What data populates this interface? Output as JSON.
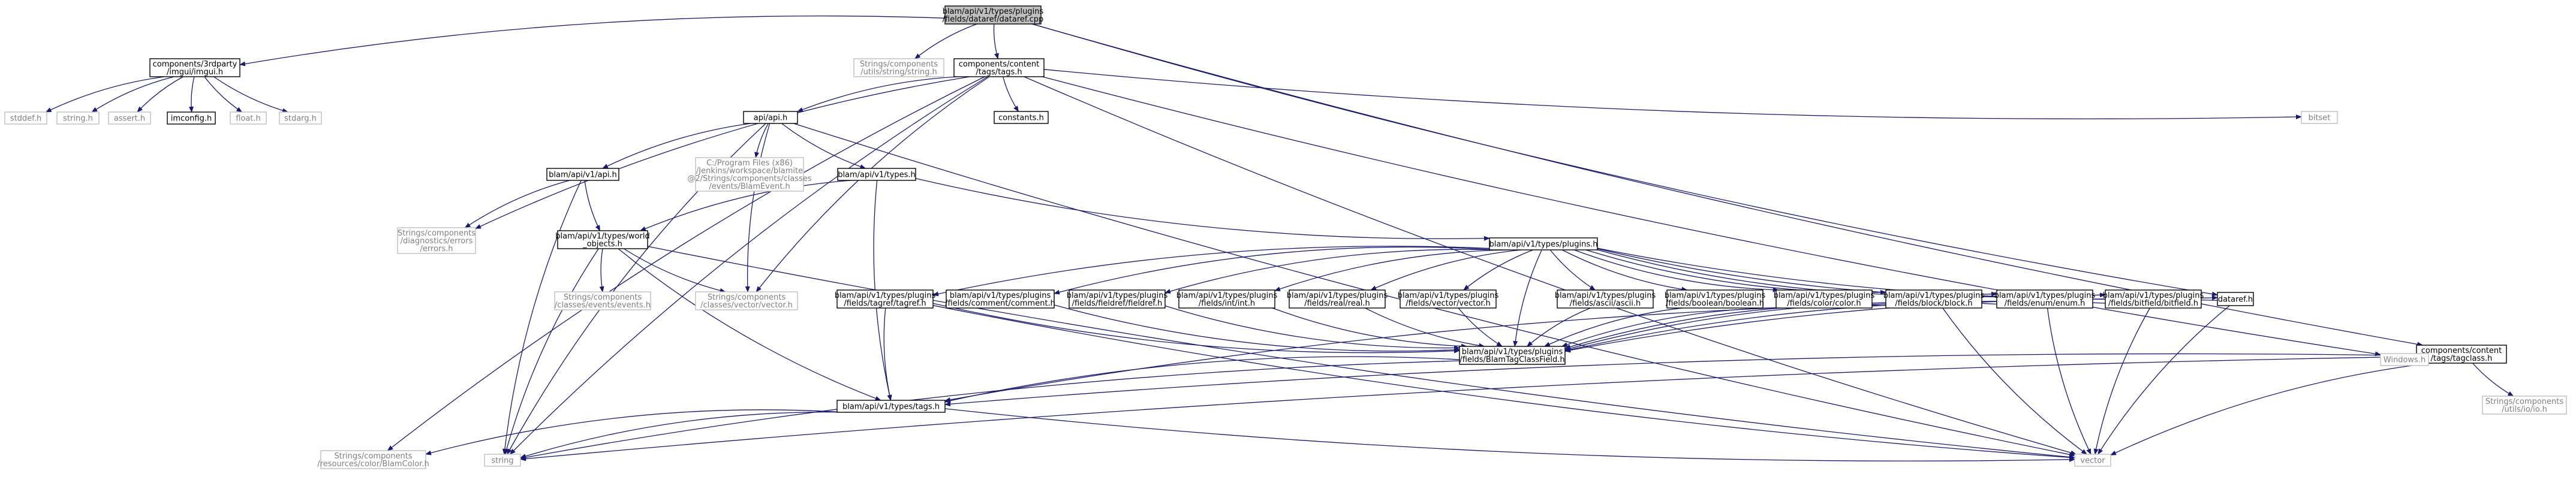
{
  "graph": {
    "root": "dataref_cpp",
    "nodes": [
      {
        "id": "dataref_cpp",
        "lines": [
          "blam/api/v1/types/plugins",
          "/fields/dataref/dataref.cpp"
        ],
        "style": "current"
      },
      {
        "id": "imgui_h",
        "lines": [
          "components/3rdparty",
          "/imgui/imgui.h"
        ],
        "style": "normal"
      },
      {
        "id": "stringh_blam",
        "lines": [
          "Strings/components",
          "/utils/string/string.h"
        ],
        "style": "gray"
      },
      {
        "id": "tags_h",
        "lines": [
          "components/content",
          "/tags/tags.h"
        ],
        "style": "normal"
      },
      {
        "id": "taglass_h",
        "lines": [
          "components/content",
          "/tags/tagclass.h"
        ],
        "style": "normal"
      },
      {
        "id": "stddef_h",
        "lines": [
          "stddef.h"
        ],
        "style": "gray"
      },
      {
        "id": "string_h",
        "lines": [
          "string.h"
        ],
        "style": "gray"
      },
      {
        "id": "assert_h",
        "lines": [
          "assert.h"
        ],
        "style": "gray"
      },
      {
        "id": "imconfig_h",
        "lines": [
          "imconfig.h"
        ],
        "style": "normal"
      },
      {
        "id": "float_h",
        "lines": [
          "float.h"
        ],
        "style": "gray"
      },
      {
        "id": "stdarg_h",
        "lines": [
          "stdarg.h"
        ],
        "style": "gray"
      },
      {
        "id": "api_h",
        "lines": [
          "api/api.h"
        ],
        "style": "normal"
      },
      {
        "id": "constants_h",
        "lines": [
          "constants.h"
        ],
        "style": "normal"
      },
      {
        "id": "bitset",
        "lines": [
          "bitset"
        ],
        "style": "gray"
      },
      {
        "id": "v1api_h",
        "lines": [
          "blam/api/v1/api.h"
        ],
        "style": "normal"
      },
      {
        "id": "blamite_events",
        "lines": [
          "C:/Program Files (x86)",
          "/Jenkins/workspace/blamite",
          "@2/Strings/components/classes",
          "/events/BlamEvent.h"
        ],
        "style": "gray"
      },
      {
        "id": "types_h",
        "lines": [
          "blam/api/v1/types.h"
        ],
        "style": "normal"
      },
      {
        "id": "errors_h",
        "lines": [
          "Strings/components",
          "/diagnostics/errors",
          "/errors.h"
        ],
        "style": "gray"
      },
      {
        "id": "world_objects_h",
        "lines": [
          "blam/api/v1/types/world",
          "_objects.h"
        ],
        "style": "normal"
      },
      {
        "id": "plugins_h",
        "lines": [
          "blam/api/v1/types/plugins.h"
        ],
        "style": "normal"
      },
      {
        "id": "events_h",
        "lines": [
          "Strings/components",
          "/classes/events/events.h"
        ],
        "style": "gray"
      },
      {
        "id": "vector_h",
        "lines": [
          "Strings/components",
          "/classes/vector/vector.h"
        ],
        "style": "gray"
      },
      {
        "id": "tagref_h",
        "lines": [
          "blam/api/v1/types/plugins",
          "/fields/tagref/tagref.h"
        ],
        "style": "normal"
      },
      {
        "id": "comment_h",
        "lines": [
          "blam/api/v1/types/plugins",
          "/fields/comment/comment.h"
        ],
        "style": "normal"
      },
      {
        "id": "fieldref_h",
        "lines": [
          "blam/api/v1/types/plugins",
          "/fields/fieldref/fieldref.h"
        ],
        "style": "normal"
      },
      {
        "id": "int_h",
        "lines": [
          "blam/api/v1/types/plugins",
          "/fields/int/int.h"
        ],
        "style": "normal"
      },
      {
        "id": "real_h",
        "lines": [
          "blam/api/v1/types/plugins",
          "/fields/real/real.h"
        ],
        "style": "normal"
      },
      {
        "id": "vectorf_h",
        "lines": [
          "blam/api/v1/types/plugins",
          "/fields/vector/vector.h"
        ],
        "style": "normal"
      },
      {
        "id": "ascii_h",
        "lines": [
          "blam/api/v1/types/plugins",
          "/fields/ascii/ascii.h"
        ],
        "style": "normal"
      },
      {
        "id": "boolean_h",
        "lines": [
          "blam/api/v1/types/plugins",
          "/fields/boolean/boolean.h"
        ],
        "style": "normal"
      },
      {
        "id": "color_h",
        "lines": [
          "blam/api/v1/types/plugins",
          "/fields/color/color.h"
        ],
        "style": "normal"
      },
      {
        "id": "block_h",
        "lines": [
          "blam/api/v1/types/plugins",
          "/fields/block/block.h"
        ],
        "style": "normal"
      },
      {
        "id": "enum_h",
        "lines": [
          "blam/api/v1/types/plugins",
          "/fields/enum/enum.h"
        ],
        "style": "normal"
      },
      {
        "id": "bitfield_h",
        "lines": [
          "blam/api/v1/types/plugins",
          "/fields/bitfield/bitfield.h"
        ],
        "style": "normal"
      },
      {
        "id": "dataref_h",
        "lines": [
          "dataref.h"
        ],
        "style": "normal"
      },
      {
        "id": "blamtagclassfield_h",
        "lines": [
          "blam/api/v1/types/plugins",
          "/fields/BlamTagClassField.h"
        ],
        "style": "normal"
      },
      {
        "id": "windows_h",
        "lines": [
          "Windows.h"
        ],
        "style": "gray"
      },
      {
        "id": "io_h",
        "lines": [
          "Strings/components",
          "/utils/io/io.h"
        ],
        "style": "gray"
      },
      {
        "id": "vtags_h",
        "lines": [
          "blam/api/v1/types/tags.h"
        ],
        "style": "normal"
      },
      {
        "id": "blamcolor_h",
        "lines": [
          "Strings/components",
          "/resources/color/BlamColor.h"
        ],
        "style": "gray"
      },
      {
        "id": "string_std",
        "lines": [
          "string"
        ],
        "style": "gray"
      },
      {
        "id": "vector_std",
        "lines": [
          "vector"
        ],
        "style": "gray"
      }
    ],
    "edges": [
      [
        "dataref_cpp",
        "imgui_h"
      ],
      [
        "dataref_cpp",
        "stringh_blam"
      ],
      [
        "dataref_cpp",
        "tags_h"
      ],
      [
        "dataref_cpp",
        "taglass_h"
      ],
      [
        "dataref_cpp",
        "dataref_h"
      ],
      [
        "imgui_h",
        "stddef_h"
      ],
      [
        "imgui_h",
        "string_h"
      ],
      [
        "imgui_h",
        "assert_h"
      ],
      [
        "imgui_h",
        "imconfig_h"
      ],
      [
        "imgui_h",
        "float_h"
      ],
      [
        "imgui_h",
        "stdarg_h"
      ],
      [
        "tags_h",
        "api_h"
      ],
      [
        "tags_h",
        "constants_h"
      ],
      [
        "tags_h",
        "bitset"
      ],
      [
        "tags_h",
        "errors_h"
      ],
      [
        "tags_h",
        "vector_h"
      ],
      [
        "tags_h",
        "blamcolor_h"
      ],
      [
        "tags_h",
        "string_std"
      ],
      [
        "tags_h",
        "windows_h"
      ],
      [
        "tags_h",
        "vector_std"
      ],
      [
        "api_h",
        "v1api_h"
      ],
      [
        "api_h",
        "blamite_events"
      ],
      [
        "api_h",
        "types_h"
      ],
      [
        "api_h",
        "string_std"
      ],
      [
        "api_h",
        "vector_h"
      ],
      [
        "api_h",
        "vector_std"
      ],
      [
        "v1api_h",
        "errors_h"
      ],
      [
        "v1api_h",
        "world_objects_h"
      ],
      [
        "v1api_h",
        "string_std"
      ],
      [
        "types_h",
        "world_objects_h"
      ],
      [
        "types_h",
        "plugins_h"
      ],
      [
        "types_h",
        "vtags_h"
      ],
      [
        "world_objects_h",
        "events_h"
      ],
      [
        "world_objects_h",
        "vector_h"
      ],
      [
        "world_objects_h",
        "string_std"
      ],
      [
        "world_objects_h",
        "vtags_h"
      ],
      [
        "world_objects_h",
        "vector_std"
      ],
      [
        "plugins_h",
        "tagref_h"
      ],
      [
        "plugins_h",
        "comment_h"
      ],
      [
        "plugins_h",
        "fieldref_h"
      ],
      [
        "plugins_h",
        "int_h"
      ],
      [
        "plugins_h",
        "real_h"
      ],
      [
        "plugins_h",
        "vectorf_h"
      ],
      [
        "plugins_h",
        "ascii_h"
      ],
      [
        "plugins_h",
        "boolean_h"
      ],
      [
        "plugins_h",
        "color_h"
      ],
      [
        "plugins_h",
        "block_h"
      ],
      [
        "plugins_h",
        "enum_h"
      ],
      [
        "plugins_h",
        "bitfield_h"
      ],
      [
        "plugins_h",
        "dataref_h"
      ],
      [
        "plugins_h",
        "blamtagclassfield_h"
      ],
      [
        "tagref_h",
        "blamtagclassfield_h"
      ],
      [
        "tagref_h",
        "vtags_h"
      ],
      [
        "tagref_h",
        "vector_std"
      ],
      [
        "comment_h",
        "blamtagclassfield_h"
      ],
      [
        "fieldref_h",
        "blamtagclassfield_h"
      ],
      [
        "int_h",
        "blamtagclassfield_h"
      ],
      [
        "real_h",
        "blamtagclassfield_h"
      ],
      [
        "vectorf_h",
        "blamtagclassfield_h"
      ],
      [
        "ascii_h",
        "blamtagclassfield_h"
      ],
      [
        "boolean_h",
        "blamtagclassfield_h"
      ],
      [
        "color_h",
        "blamtagclassfield_h"
      ],
      [
        "block_h",
        "blamtagclassfield_h"
      ],
      [
        "block_h",
        "vtags_h"
      ],
      [
        "block_h",
        "vector_std"
      ],
      [
        "enum_h",
        "blamtagclassfield_h"
      ],
      [
        "enum_h",
        "vector_std"
      ],
      [
        "bitfield_h",
        "blamtagclassfield_h"
      ],
      [
        "bitfield_h",
        "vector_std"
      ],
      [
        "dataref_h",
        "blamtagclassfield_h"
      ],
      [
        "dataref_h",
        "vector_std"
      ],
      [
        "blamtagclassfield_h",
        "vtags_h"
      ],
      [
        "blamtagclassfield_h",
        "string_std"
      ],
      [
        "taglass_h",
        "vtags_h"
      ],
      [
        "taglass_h",
        "windows_h"
      ],
      [
        "taglass_h",
        "io_h"
      ],
      [
        "taglass_h",
        "string_std"
      ],
      [
        "taglass_h",
        "vector_std"
      ],
      [
        "vtags_h",
        "blamcolor_h"
      ],
      [
        "vtags_h",
        "string_std"
      ],
      [
        "vtags_h",
        "vector_std"
      ]
    ]
  }
}
